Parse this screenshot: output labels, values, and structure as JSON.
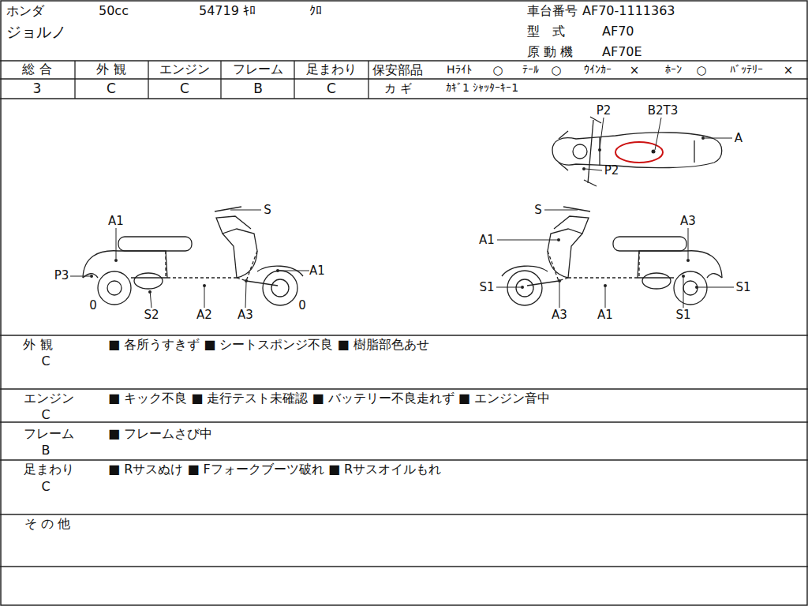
{
  "diagram": {
    "labels": [
      "ホンダ",
      "50cc",
      "54719 ｷﾛ",
      "ｸﾛ",
      "車台番号",
      "AF70-1111363",
      "ジョルノ",
      "型　式",
      "AF70",
      "原 動 機",
      "AF70E",
      "総 合",
      "外 観",
      "エンジン",
      "フレーム",
      "足まわり",
      "保安部品",
      "Hﾗｲﾄ",
      "○",
      "ﾃｰﾙ",
      "○",
      "ｳｲﾝｶｰ",
      "×",
      "ﾎｰﾝ",
      "○",
      "ﾊﾞｯﾃﾘｰ",
      "×",
      "3",
      "C",
      "C",
      "B",
      "C",
      "カ ギ",
      "ｶｷﾞ1 ｼｬｯﾀｰｷｰ1",
      "P2",
      "B2T3",
      "A",
      "P2",
      "A1",
      "S",
      "P3",
      "A1",
      "0",
      "S2",
      "A2",
      "A3",
      "0",
      "S",
      "A3",
      "A1",
      "S1",
      "S1",
      "A3",
      "A1",
      "S1",
      "外 観",
      "■ 各所うすきず ■ シートスポンジ不良 ■ 樹脂部色あせ",
      "C",
      "エンジン",
      "■ キック不良 ■ 走行テスト未確認 ■ バッテリー不良走れず ■ エンジン音中",
      "C",
      "フレーム",
      "■ フレームさび中",
      "B",
      "足まわり",
      "■ Rサスぬけ ■ Fフォークブーツ破れ ■ Rサスオイルもれ",
      "C",
      "そ の 他"
    ]
  }
}
